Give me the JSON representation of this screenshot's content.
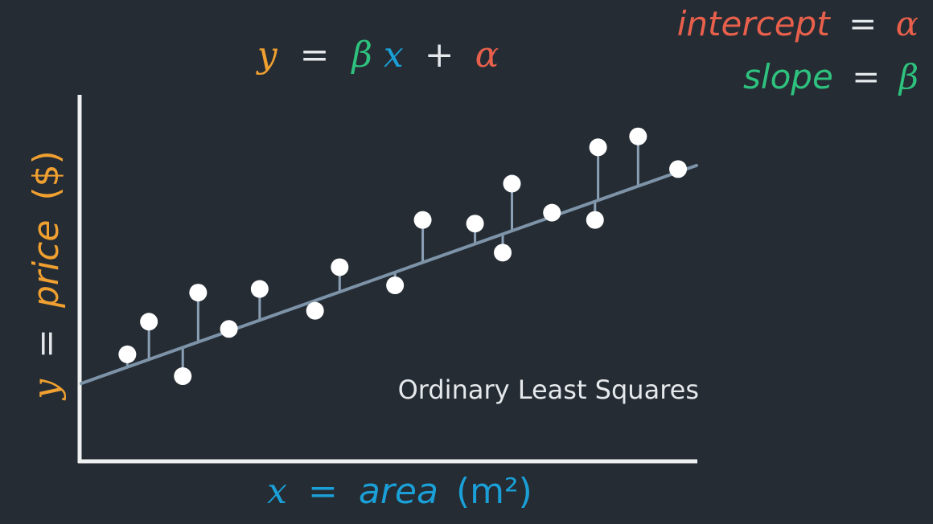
{
  "colors": {
    "background": "#252c34",
    "axis": "#eef0f1",
    "fit_line": "#7d93a8",
    "residual": "#8ba0b5",
    "point": "#ffffff",
    "y_color": "#f0a030",
    "beta_color": "#2ec27e",
    "x_color": "#1a9fd6",
    "alpha_color": "#e8604c",
    "text_light": "#e6e9ec"
  },
  "equation": {
    "y": "y",
    "equals": "=",
    "beta": "β",
    "x": "x",
    "plus": "+",
    "alpha": "α"
  },
  "legend": {
    "intercept_word": "intercept",
    "intercept_equals": "=",
    "intercept_symbol": "α",
    "slope_word": "slope",
    "slope_equals": "=",
    "slope_symbol": "β"
  },
  "chart_data": {
    "type": "scatter",
    "title": "Ordinary Least Squares",
    "xlabel": {
      "var": "x",
      "equals": "=",
      "word": "area",
      "unit": "(m²)"
    },
    "ylabel": {
      "var": "y",
      "equals": "=",
      "word": "price",
      "unit": "($)"
    },
    "xlim": [
      0,
      100
    ],
    "ylim": [
      0,
      100
    ],
    "grid": false,
    "fit_line": {
      "intercept": 21,
      "slope": 0.6
    },
    "points": [
      {
        "x": 7.5,
        "y": 29
      },
      {
        "x": 11,
        "y": 38
      },
      {
        "x": 16.5,
        "y": 23
      },
      {
        "x": 19,
        "y": 46
      },
      {
        "x": 24,
        "y": 36
      },
      {
        "x": 29,
        "y": 47
      },
      {
        "x": 38,
        "y": 41
      },
      {
        "x": 42,
        "y": 53
      },
      {
        "x": 51,
        "y": 48
      },
      {
        "x": 55.5,
        "y": 66
      },
      {
        "x": 64,
        "y": 65
      },
      {
        "x": 68.5,
        "y": 57
      },
      {
        "x": 70,
        "y": 76
      },
      {
        "x": 76.5,
        "y": 68
      },
      {
        "x": 83.5,
        "y": 66
      },
      {
        "x": 84,
        "y": 86
      },
      {
        "x": 90.5,
        "y": 89
      },
      {
        "x": 97,
        "y": 80
      }
    ]
  }
}
